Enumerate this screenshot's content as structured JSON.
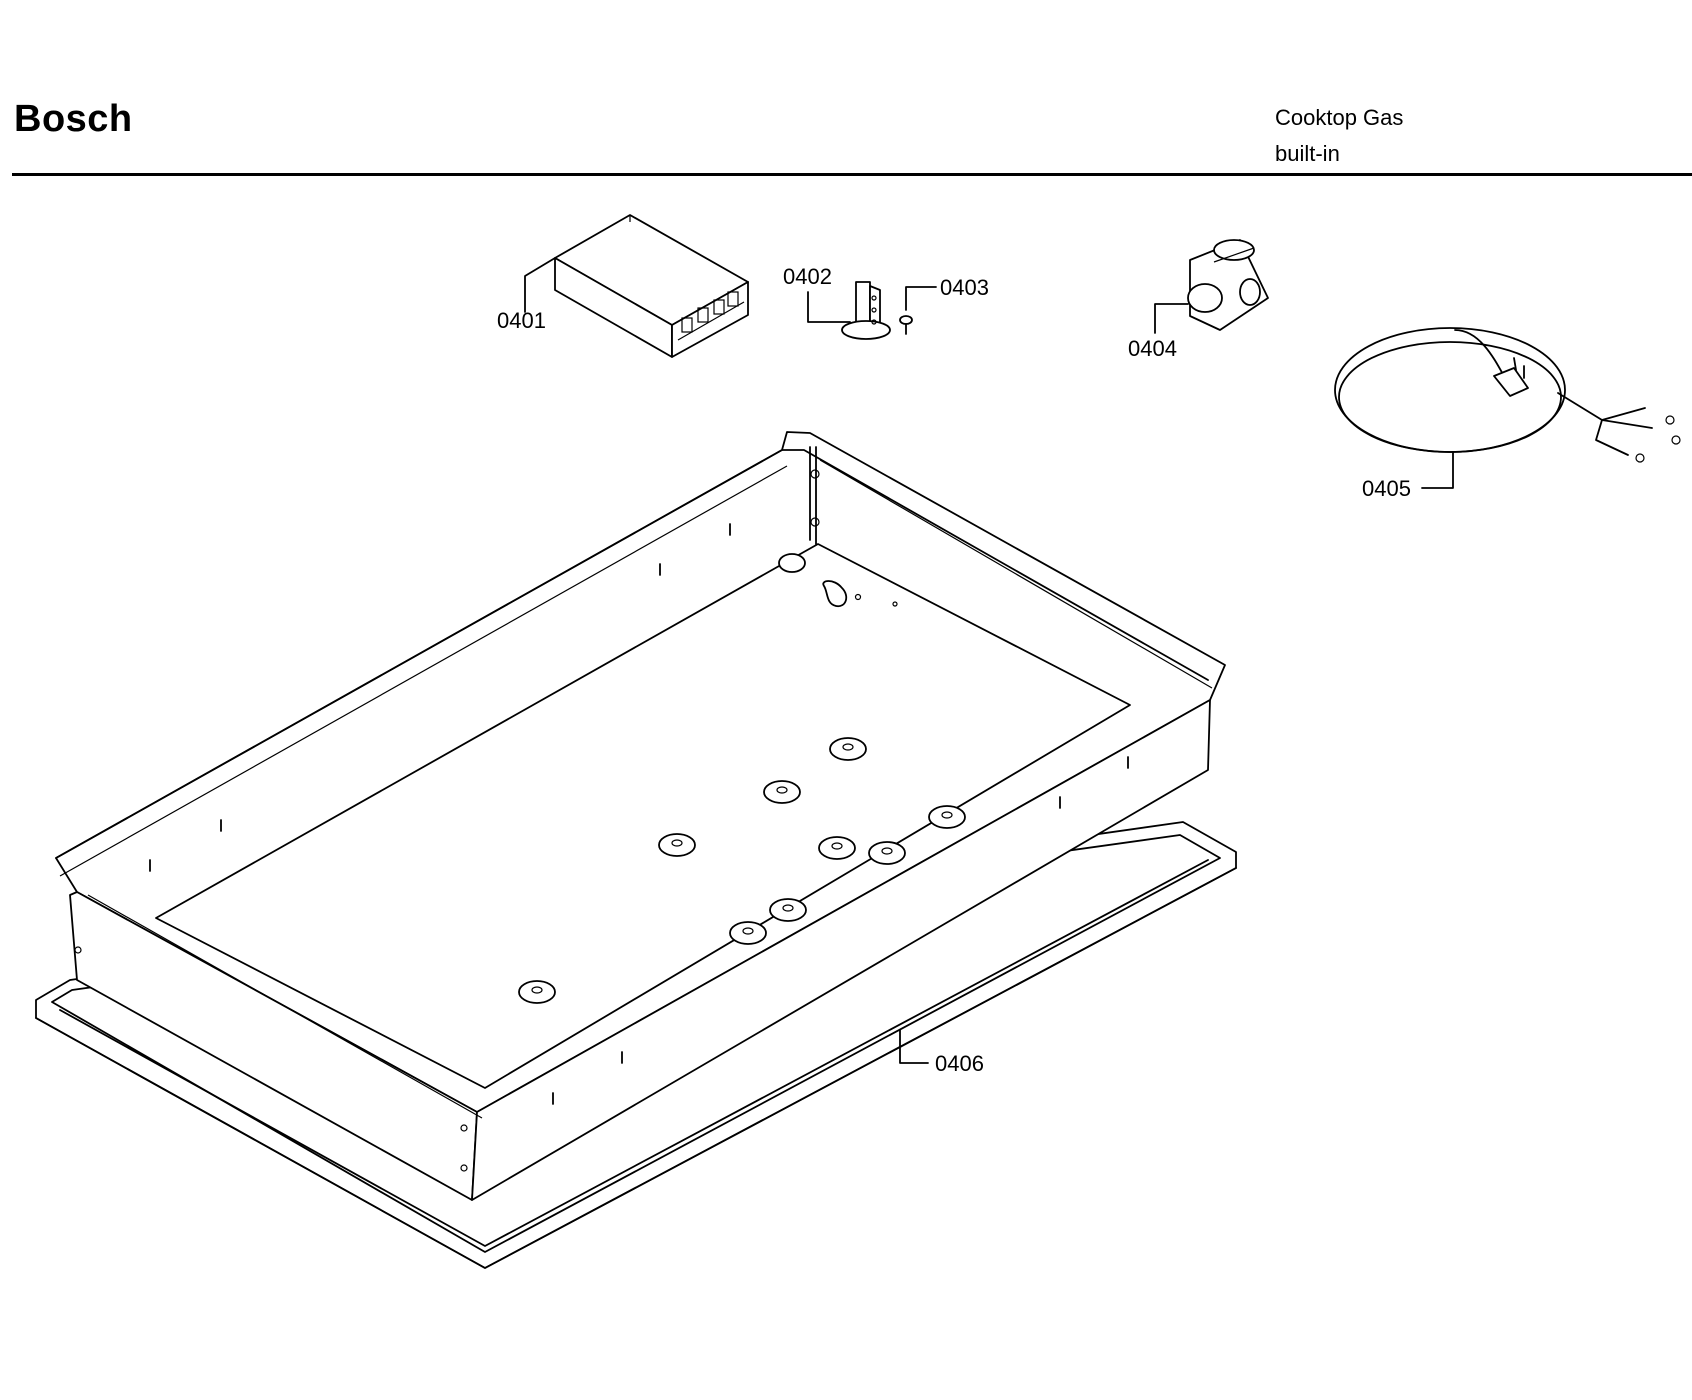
{
  "header": {
    "brand": "Bosch",
    "product_line1": "Cooktop Gas",
    "product_line2": "built-in"
  },
  "callouts": {
    "p0401": "0401",
    "p0402": "0402",
    "p0403": "0403",
    "p0404": "0404",
    "p0405": "0405",
    "p0406": "0406"
  },
  "colors": {
    "line": "#000000",
    "background": "#ffffff"
  }
}
